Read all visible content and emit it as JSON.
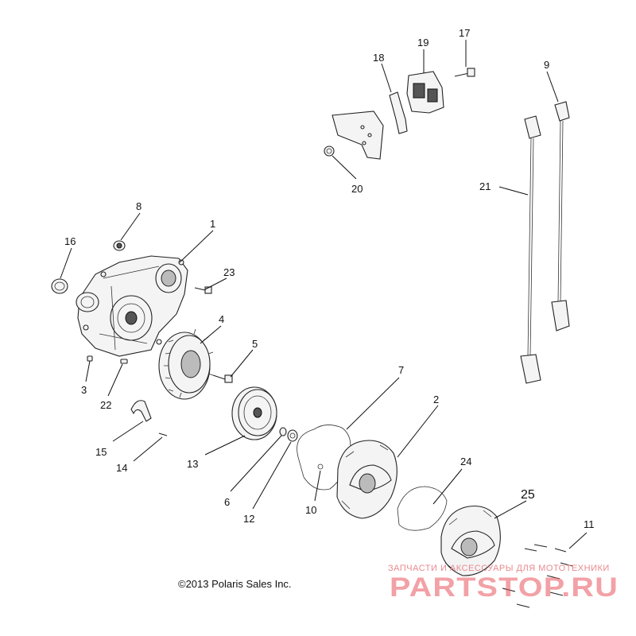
{
  "callouts": {
    "c1": "1",
    "c2": "2",
    "c3": "3",
    "c4": "4",
    "c5": "5",
    "c6": "6",
    "c7": "7",
    "c8": "8",
    "c9": "9",
    "c10": "10",
    "c11": "11",
    "c12": "12",
    "c13": "13",
    "c14": "14",
    "c15": "15",
    "c16": "16",
    "c17": "17",
    "c18": "18",
    "c19": "19",
    "c20": "20",
    "c21": "21",
    "c22": "22",
    "c23": "23",
    "c24": "24",
    "c25": "25"
  },
  "copyright": "©2013 Polaris Sales Inc.",
  "watermark": {
    "tagline": "ЗАПЧАСТИ И АКСЕССУАРЫ ДЛЯ МОТОТЕХНИКИ",
    "brand": "PARTSTOP.RU"
  }
}
